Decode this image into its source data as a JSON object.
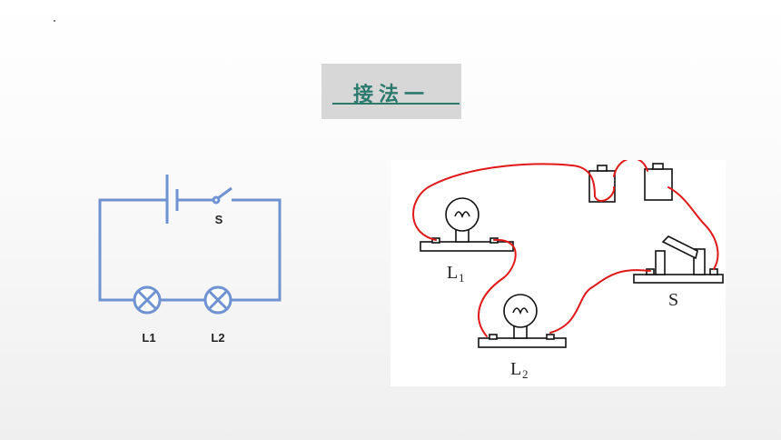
{
  "slide": {
    "title": "接法一"
  },
  "schematic": {
    "switch_label": "S",
    "lamp1_label": "L1",
    "lamp2_label": "L2",
    "wire_color": "#6f93d2"
  },
  "wiring_figure": {
    "lamp1_label": "L",
    "lamp1_sub": "1",
    "lamp2_label": "L",
    "lamp2_sub": "2",
    "switch_label": "S",
    "wire_color": "#e01818"
  }
}
